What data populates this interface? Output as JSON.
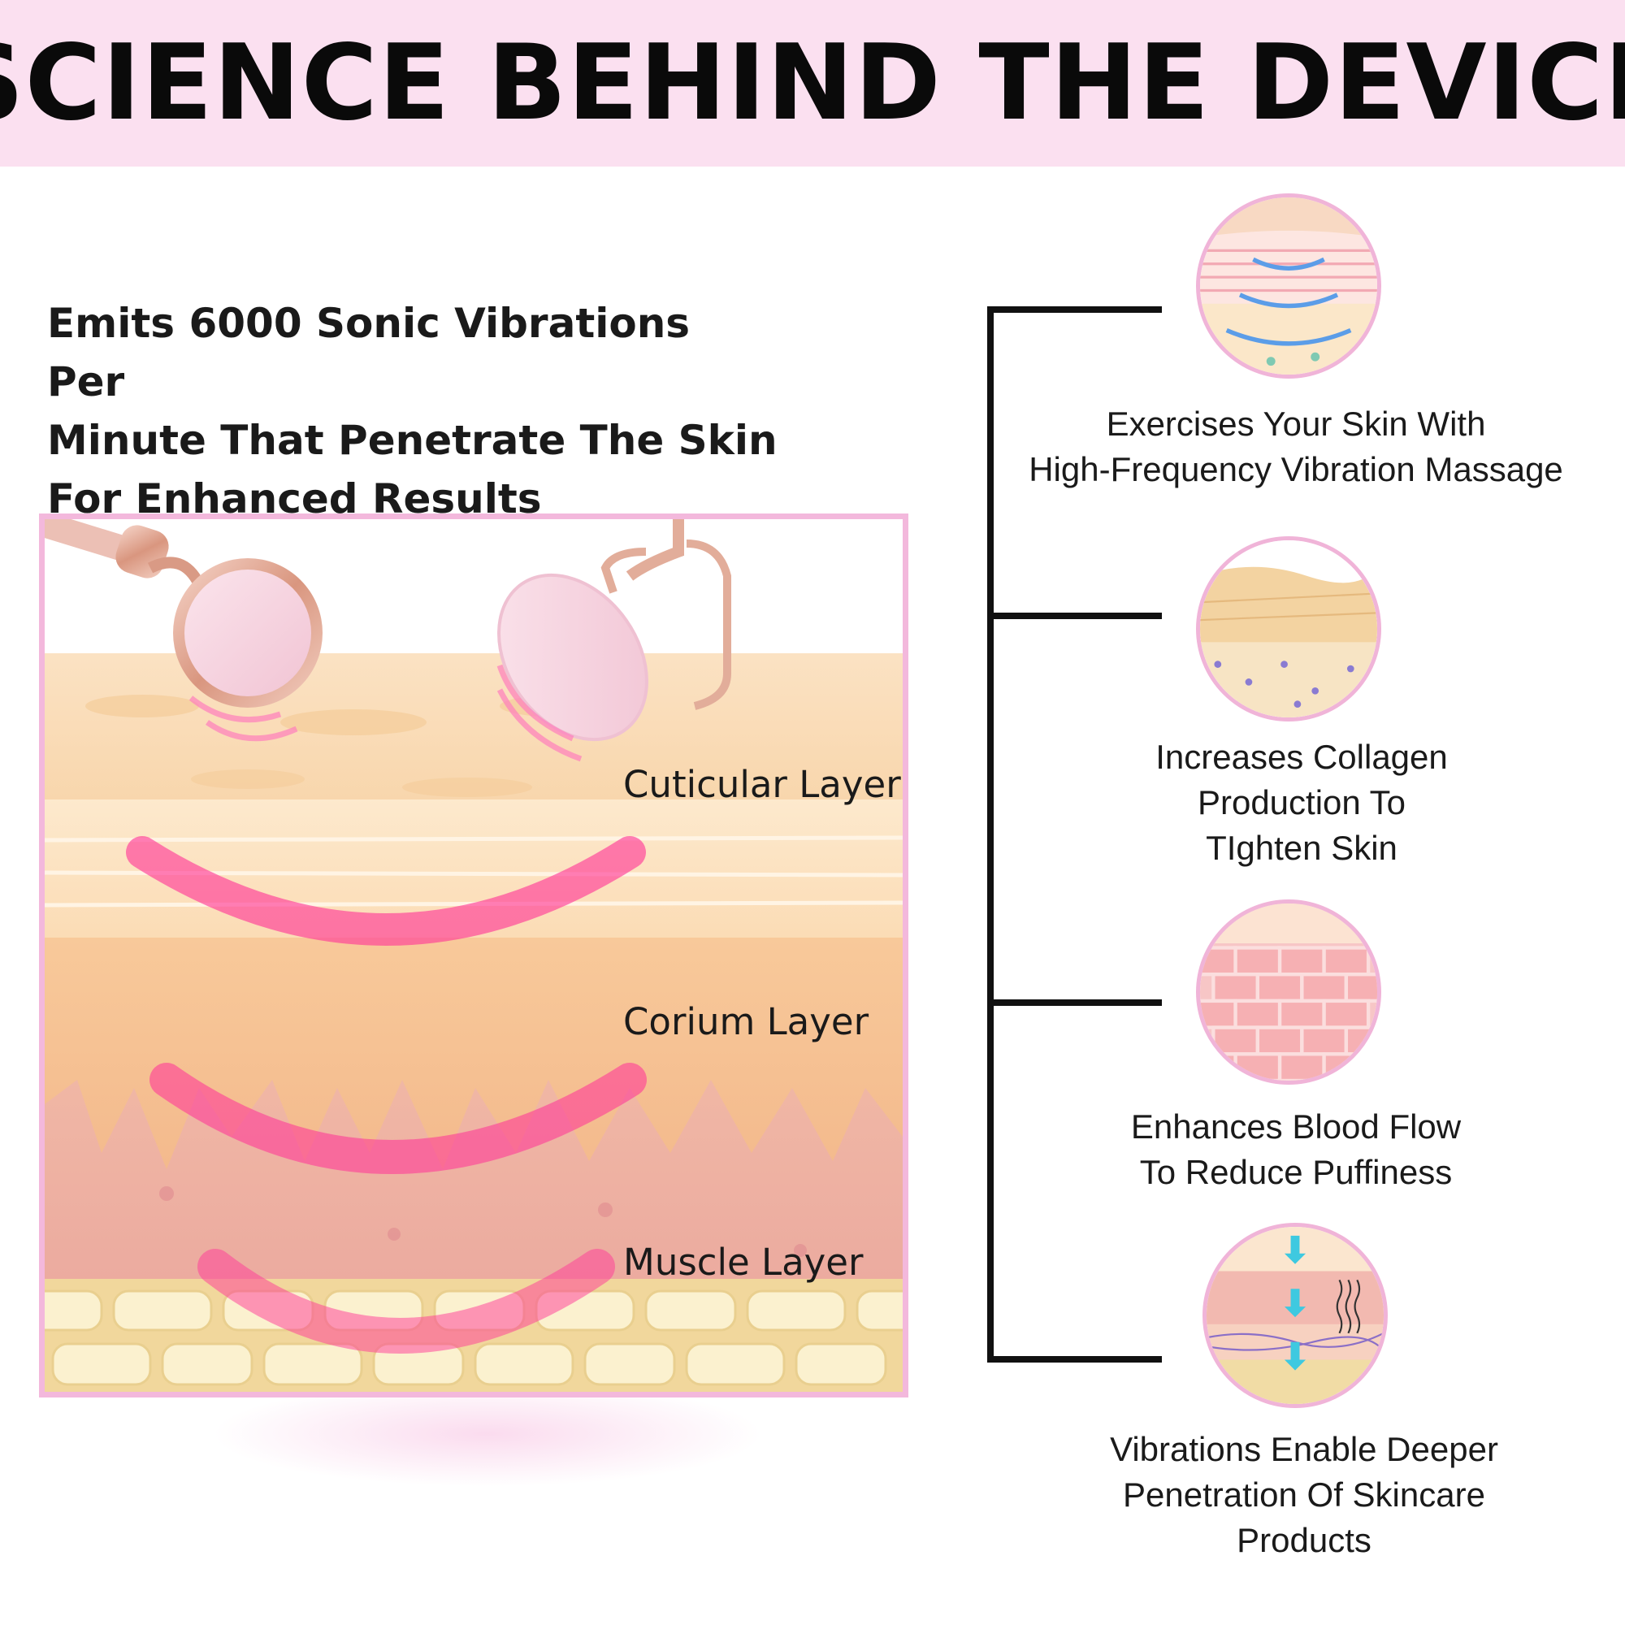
{
  "header": {
    "title": "SCIENCE BEHIND THE DEVICE"
  },
  "intro": {
    "lines": [
      "Emits 6000 Sonic Vibrations Per",
      "Minute That Penetrate The Skin",
      "For Enhanced Results"
    ]
  },
  "diagram": {
    "layers": {
      "cuticular": "Cuticular Layer",
      "corium": "Corium Layer",
      "muscle": "Muscle Layer"
    }
  },
  "features": [
    {
      "lines": [
        "Exercises Your Skin With",
        "High-Frequency Vibration Massage"
      ]
    },
    {
      "lines": [
        "Increases Collagen",
        "Production To",
        "TIghten Skin"
      ]
    },
    {
      "lines": [
        "Enhances Blood Flow",
        "To Reduce Puffiness"
      ]
    },
    {
      "lines": [
        "Vibrations Enable Deeper",
        "Penetration Of Skincare",
        "Products"
      ]
    }
  ],
  "colors": {
    "header_band": "#fbe0f0",
    "accent_pink": "#f0b4d8",
    "vibration_magenta": "#ff3e9c"
  }
}
